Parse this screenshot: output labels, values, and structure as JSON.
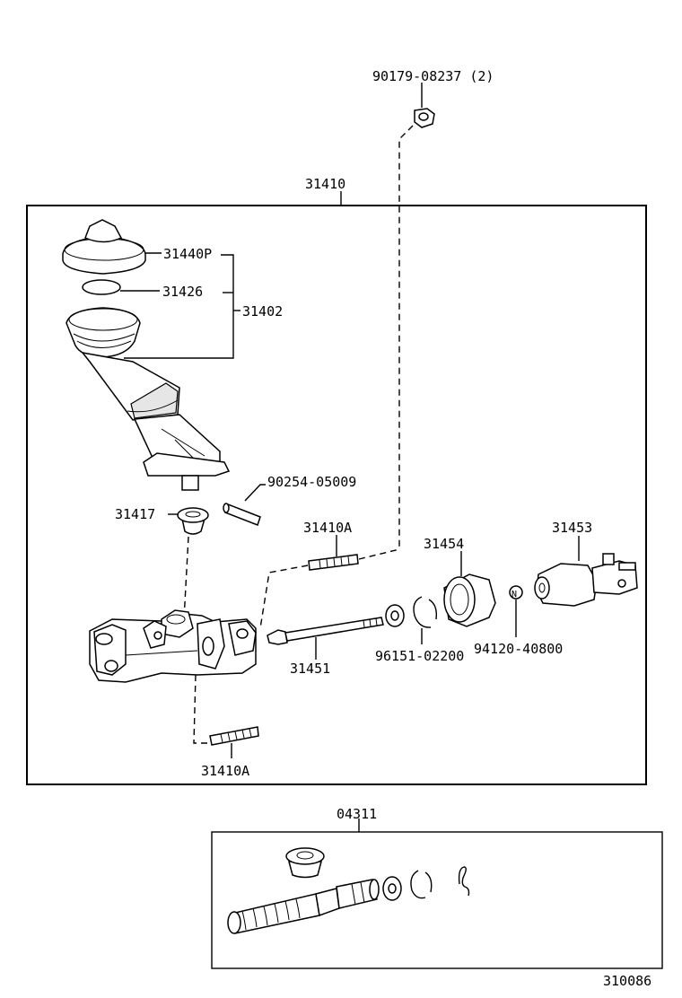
{
  "labels": {
    "bolt_top": "90179-08237 (2)",
    "assembly": "31410",
    "cap": "31440P",
    "gasket": "31426",
    "reservoir_group": "31402",
    "pin": "90254-05009",
    "grommet": "31417",
    "stud_upper": "31410A",
    "boot": "31454",
    "pushrod_clevis": "31453",
    "pushrod": "31451",
    "snap_ring": "96151-02200",
    "nut": "94120-40800",
    "stud_lower": "31410A",
    "kit": "04311",
    "figure_number": "310086",
    "nut_marker": "N"
  }
}
